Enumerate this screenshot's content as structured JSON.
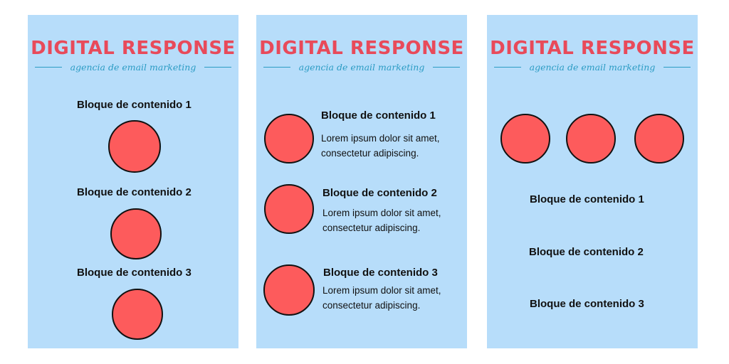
{
  "brand": {
    "title": "DIGITAL RESPONSE",
    "subtitle": "agencia de email marketing"
  },
  "colors": {
    "panel_bg": "#b7ddfa",
    "brand_red": "#e84a5a",
    "tagline_blue": "#2c9cc4",
    "circle_fill": "#fd5b5c",
    "circle_stroke": "#111111"
  },
  "blocks": [
    {
      "title": "Bloque de contenido 1"
    },
    {
      "title": "Bloque de contenido 2"
    },
    {
      "title": "Bloque de contenido 3"
    }
  ],
  "lorem": {
    "line1": "Lorem ipsum dolor sit amet,",
    "line2": "consectetur adipiscing."
  }
}
